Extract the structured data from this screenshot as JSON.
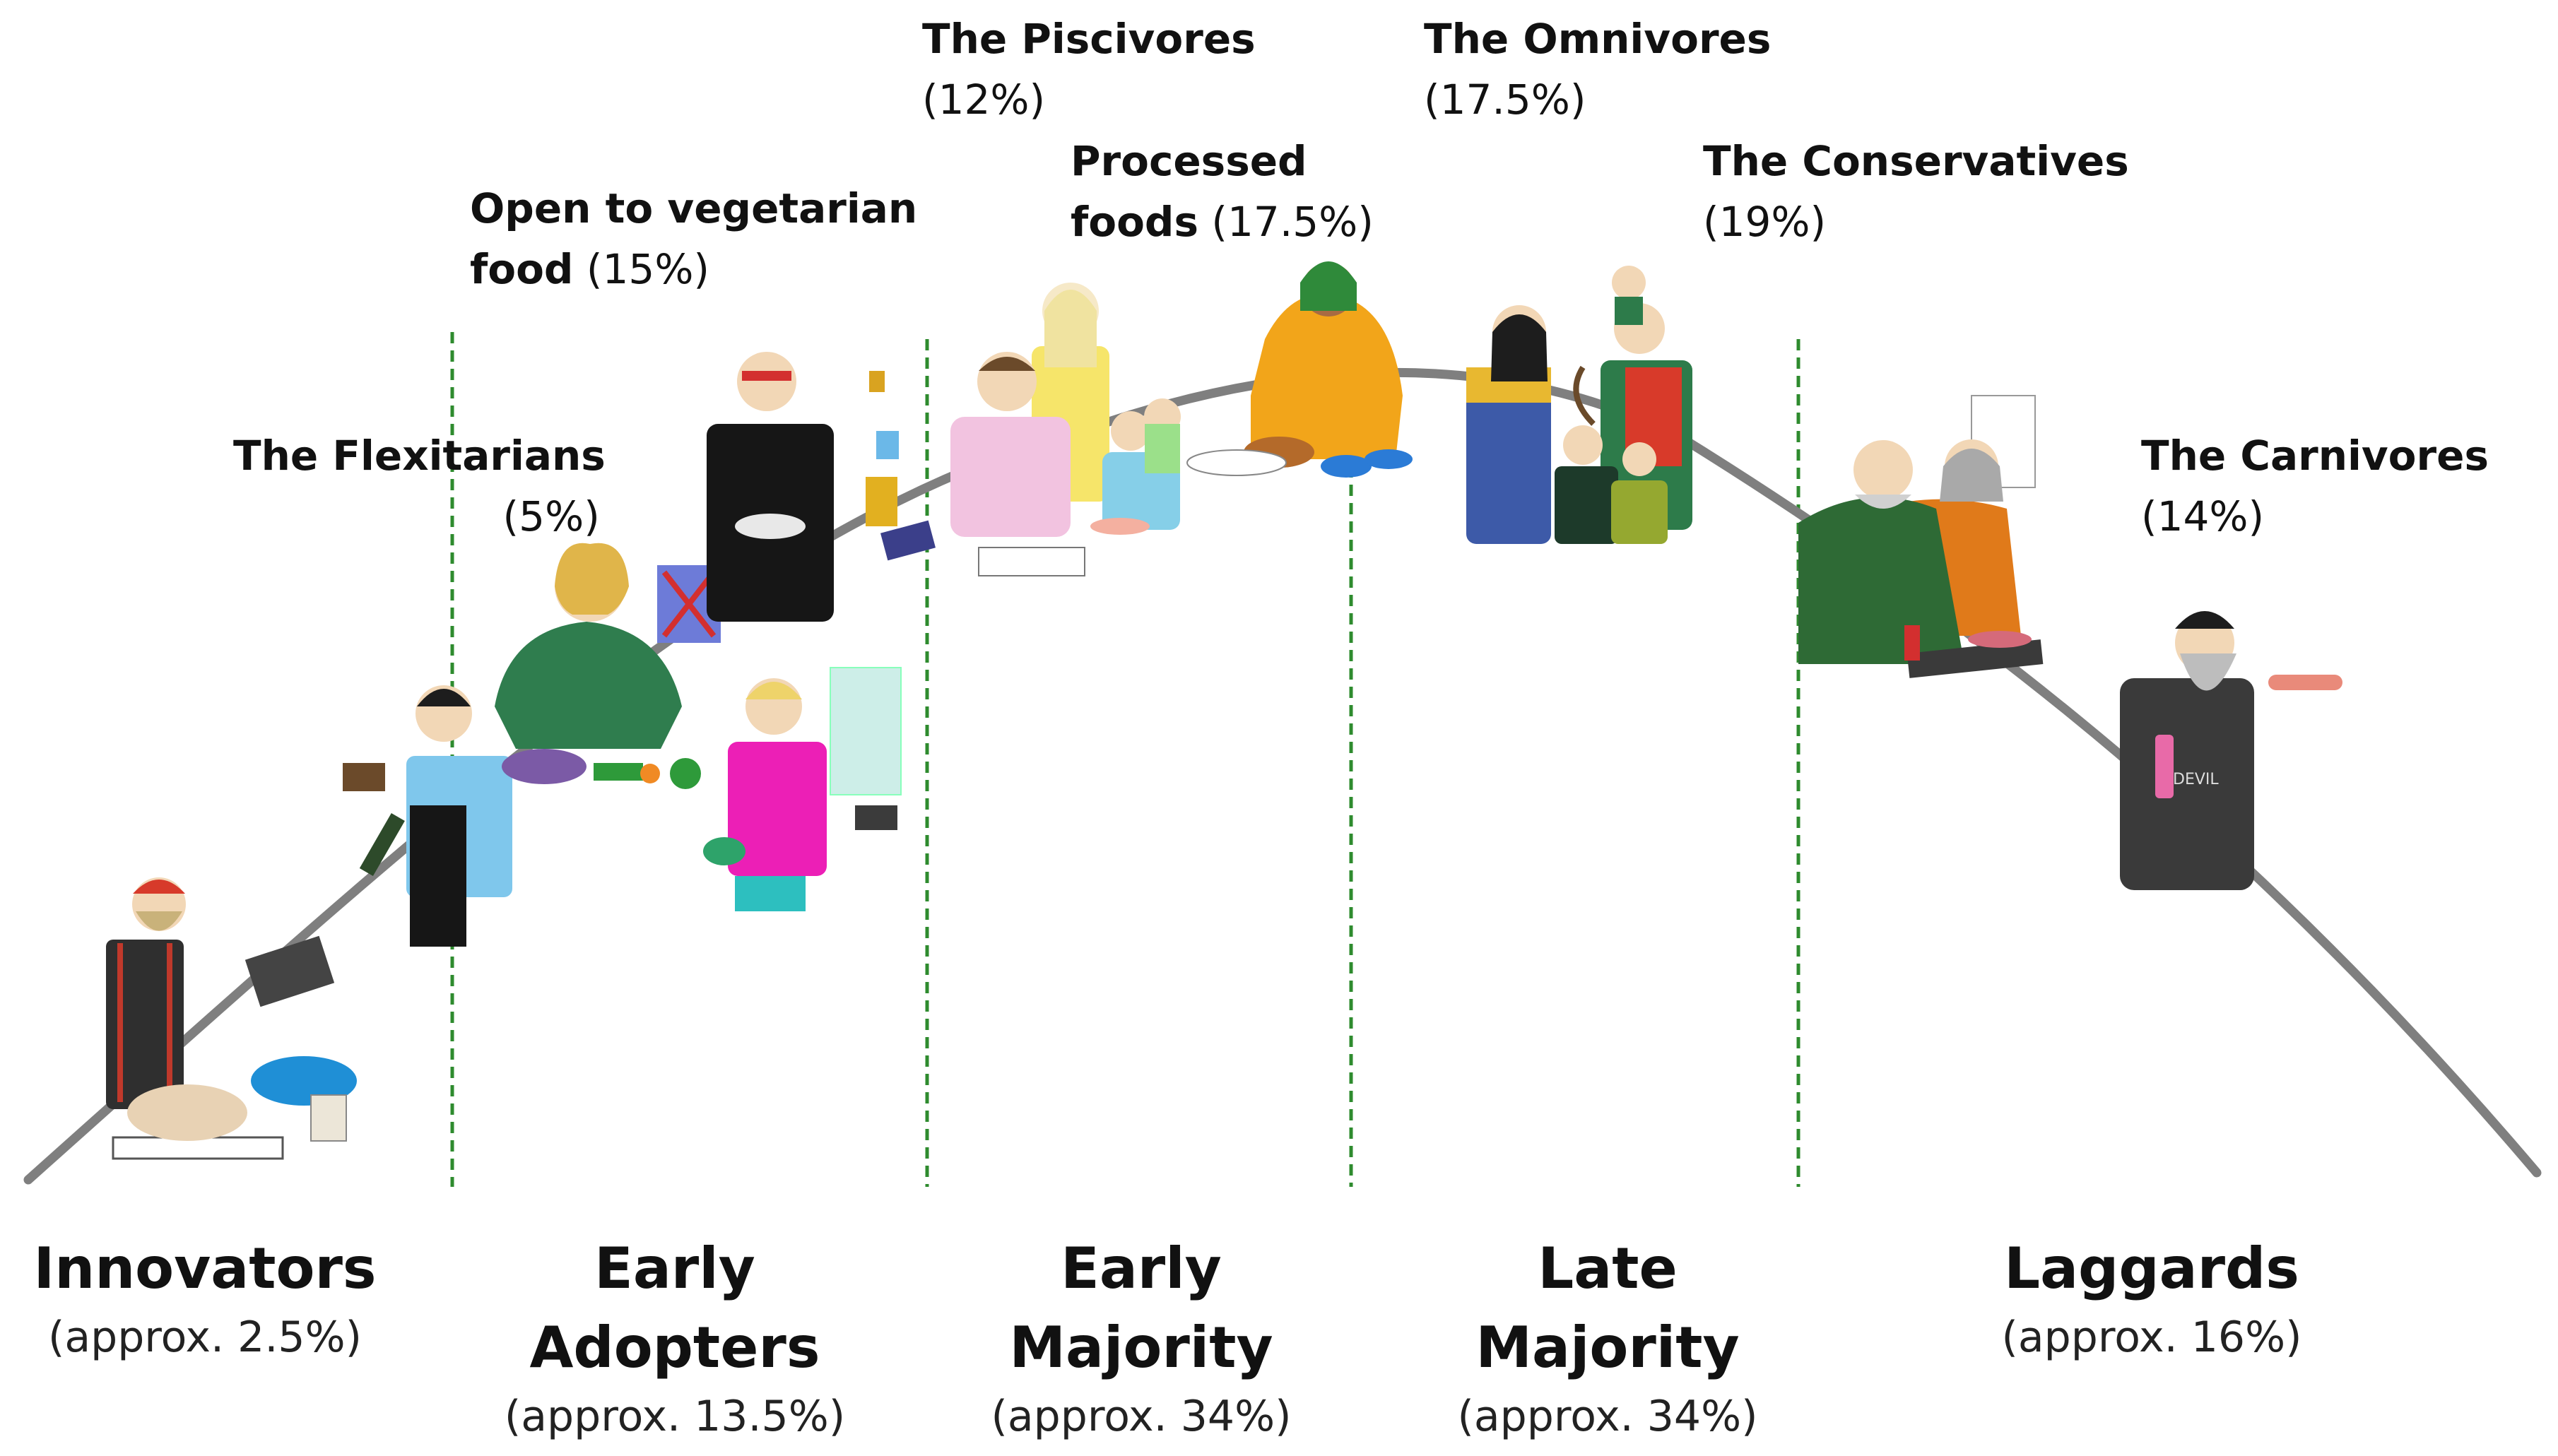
{
  "segments": [
    {
      "name": "Innovators",
      "share": "(approx. 2.5%)"
    },
    {
      "name": "Early\nAdopters",
      "share": "(approx. 13.5%)"
    },
    {
      "name": "Early\nMajority",
      "share": "(approx. 34%)"
    },
    {
      "name": "Late\nMajority",
      "share": "(approx. 34%)"
    },
    {
      "name": "Laggards",
      "share": "(approx. 16%)"
    }
  ],
  "consumer_groups": [
    {
      "name": "The Flexitarians",
      "share": "(5%)"
    },
    {
      "name": "Open to vegetarian",
      "name_line2": "food",
      "share": "(15%)"
    },
    {
      "name": "The Piscivores",
      "share": "(12%)"
    },
    {
      "name": "Processed",
      "name_line2": "foods",
      "share": "(17.5%)"
    },
    {
      "name": "The Omnivores",
      "share": "(17.5%)"
    },
    {
      "name": "The Conservatives",
      "share": "(19%)"
    },
    {
      "name": "The Carnivores",
      "share": "(14%)"
    }
  ],
  "colors": {
    "curve": "#7f7f7f",
    "divider": "#2e8b2e",
    "text": "#111111"
  }
}
